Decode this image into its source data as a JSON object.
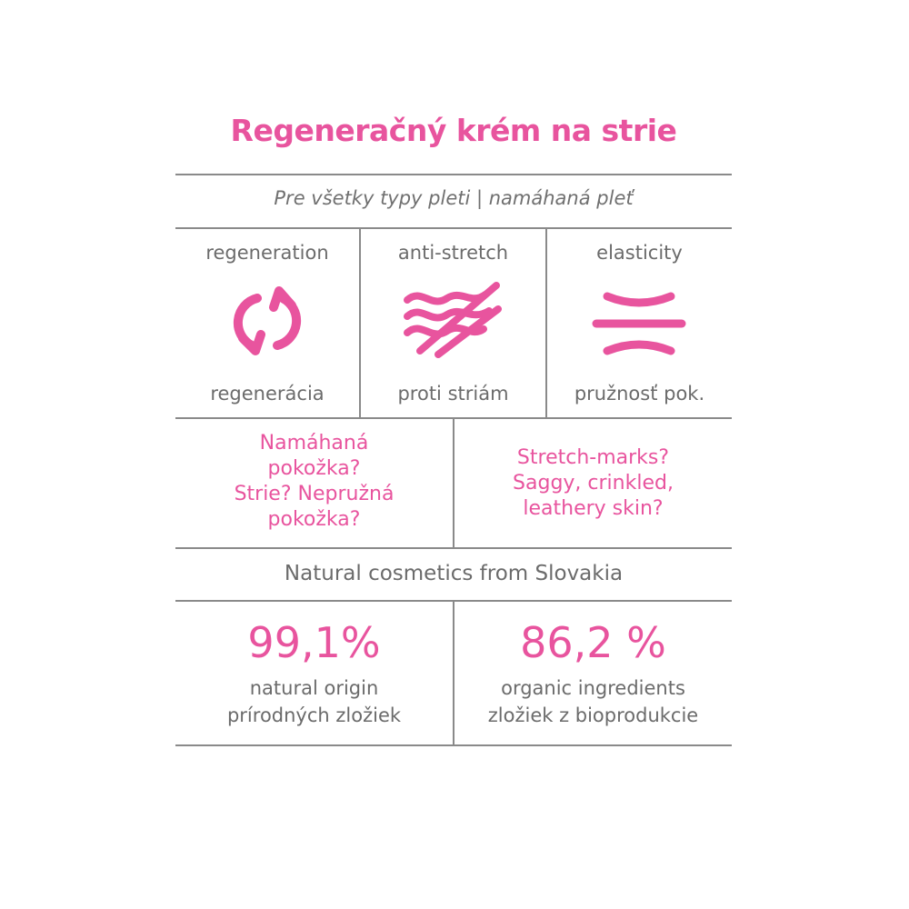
{
  "title": "Regeneračný krém na strie",
  "subtitle": "Pre všetky typy pleti | namáhaná pleť",
  "features": [
    {
      "label_en": "regeneration",
      "label_sk": "regenerácia",
      "icon": "regeneration-cycle-icon"
    },
    {
      "label_en": "anti-stretch",
      "label_sk": "proti striám",
      "icon": "anti-stretch-waves-icon"
    },
    {
      "label_en": "elasticity",
      "label_sk": "pružnosť pok.",
      "icon": "elasticity-curves-icon"
    }
  ],
  "questions": {
    "sk": [
      "Namáhaná",
      "pokožka?",
      "Strie? Nepružná",
      "pokožka?"
    ],
    "en": [
      "Stretch-marks?",
      "Saggy, crinkled,",
      "leathery skin?"
    ]
  },
  "origin": "Natural cosmetics from Slovakia",
  "stats": [
    {
      "value": "99,1%",
      "label_en": "natural origin",
      "label_sk": "prírodných zložiek"
    },
    {
      "value": "86,2 %",
      "label_en": "organic ingredients",
      "label_sk": "zložiek z bioprodukcie"
    }
  ],
  "colors": {
    "accent": "#e8549e",
    "text": "#6b6b6b",
    "line": "#8a8a8a"
  }
}
